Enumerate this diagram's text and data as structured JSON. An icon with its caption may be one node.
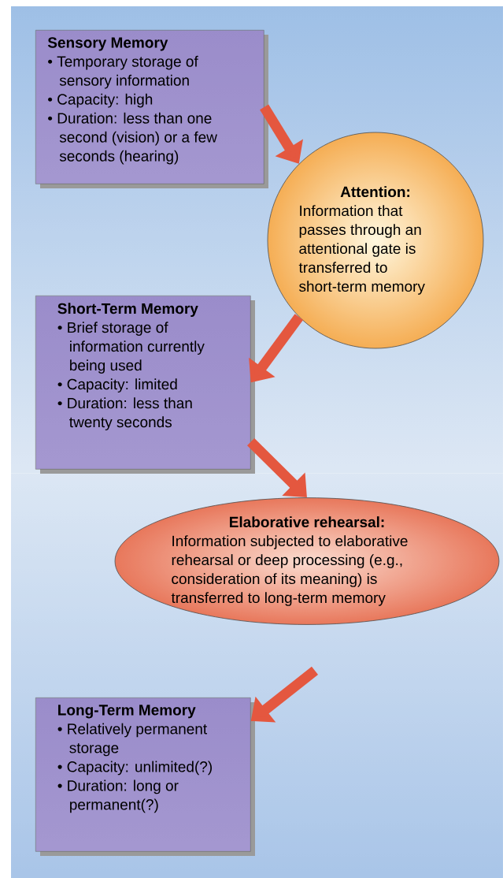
{
  "diagram": {
    "nodes": [
      {
        "text": [
          "Sensory Memory",
          "• Temporary storage of sensory information",
          "• Capacity: high",
          "• Duration: less than one second (vision) or a few seconds (hearing)"
        ]
      },
      {
        "text": [
          "Attention:",
          "Information that passes through an attentional gate is transferred to short-term memory"
        ]
      },
      {
        "text": [
          "Short-Term Memory",
          "• Brief storage of information currently being used",
          "• Capacity: limited",
          "• Duration: less than twenty seconds"
        ]
      },
      {
        "text": [
          "Elaborative rehearsal:",
          "Information subjected to elaborative rehearsal or deep processing (e.g., consideration of its meaning) is transferred to long-term memory"
        ]
      },
      {
        "text": [
          "Long-Term Memory",
          "• Relatively permanent storage",
          "• Capacity: unlimited(?)",
          "• Duration: long or permanent(?)"
        ]
      }
    ],
    "edges": [
      {
        "from": 0,
        "to": 1,
        "arrow": "to"
      },
      {
        "from": 1,
        "to": 2,
        "arrow": "to"
      },
      {
        "from": 2,
        "to": 3,
        "arrow": "to"
      },
      {
        "from": 3,
        "to": 4,
        "arrow": "to"
      }
    ]
  }
}
